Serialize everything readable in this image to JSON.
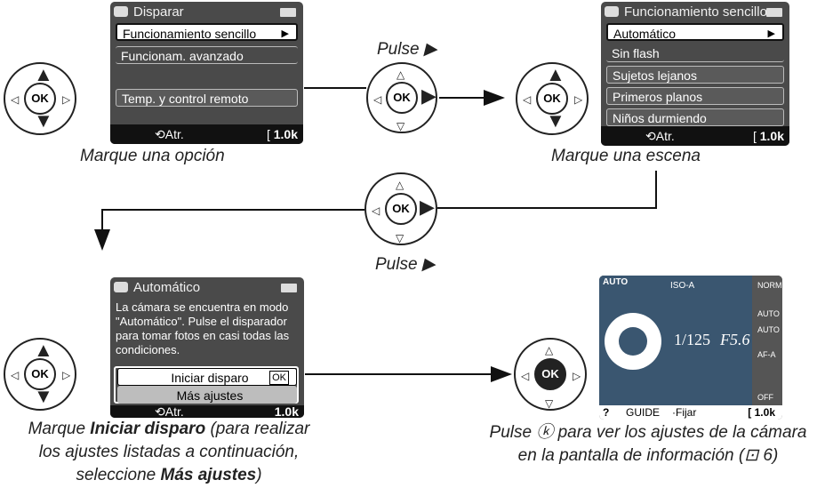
{
  "panel1": {
    "title": "Disparar",
    "items": [
      "Funcionamiento sencillo",
      "Funcionam. avanzado",
      "Temp. y control remoto"
    ],
    "back": "Atr.",
    "count": "1.0",
    "caption": "Marque una opción"
  },
  "panel2": {
    "title": "Funcionamiento sencillo",
    "items": [
      "Automático",
      "Sin flash",
      "Sujetos lejanos",
      "Primeros planos",
      "Niños durmiendo"
    ],
    "back": "Atr.",
    "count": "1.0",
    "caption": "Marque una escena"
  },
  "panel3": {
    "title": "Automático",
    "message": "La cámara se encuentra en modo \"Automático\". Pulse el disparador para tomar fotos en casi todas las condiciones.",
    "btn1": "Iniciar disparo",
    "btn1_key": "OK",
    "btn2": "Más ajustes",
    "back": "Atr.",
    "count": "1.0",
    "caption_a": "Marque ",
    "caption_b": "Iniciar disparo",
    "caption_c": " (para realizar",
    "caption_d": "los ajustes listadas a continuación,",
    "caption_e": "seleccione ",
    "caption_f": "Más ajustes",
    "caption_g": ")"
  },
  "panel4": {
    "shutter": "1/125",
    "aperture": "F5.6",
    "iso": "ISO-A",
    "qual": "NORM",
    "right": [
      "AUTO",
      "AUTO",
      "AF-A",
      "OFF"
    ],
    "guide": "GUIDE",
    "fijar": "Fijar",
    "count": "1.0",
    "auto_label": "AUTO",
    "caption1": "Pulse ⓚ para ver los ajustes de la cámara",
    "caption2": "en la pantalla de información (⊡ 6)"
  },
  "pulse1": "Pulse ▶",
  "pulse2": "Pulse ▶",
  "ok": "OK"
}
